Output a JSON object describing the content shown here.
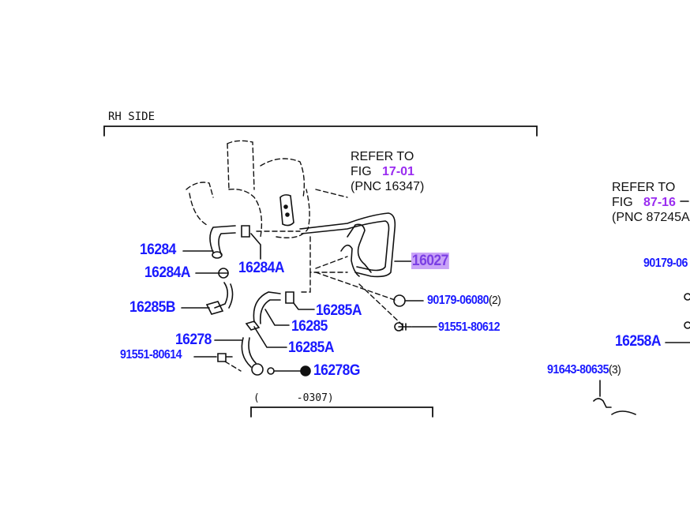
{
  "section_title": "RH SIDE",
  "date_range": "(      -0307)",
  "refer_left": {
    "line1": "REFER TO",
    "fig_prefix": "FIG",
    "fig": "17-01",
    "pnc": "(PNC 16347)"
  },
  "refer_right": {
    "line1": "REFER TO",
    "fig_prefix": "FIG",
    "fig": "87-16",
    "pnc": "(PNC 87245A"
  },
  "parts": {
    "p16284": "16284",
    "p16284A_1": "16284A",
    "p16284A_2": "16284A",
    "p16027": "16027",
    "p16285B": "16285B",
    "p16285A_1": "16285A",
    "p90179": "90179-06080",
    "p90179_qty": "(2)",
    "p16285": "16285",
    "p91551_80612": "91551-80612",
    "p16278": "16278",
    "p16285A_2": "16285A",
    "p91551_80614": "91551-80614",
    "p16278G": "16278G",
    "p90179_right": "90179-06",
    "p16258A": "16258A",
    "p91643": "91643-80635",
    "p91643_qty": "(3)"
  },
  "colors": {
    "part_link": "#1a1aff",
    "fig_link": "#9a2cf0",
    "highlight": "#c9a3f7"
  }
}
